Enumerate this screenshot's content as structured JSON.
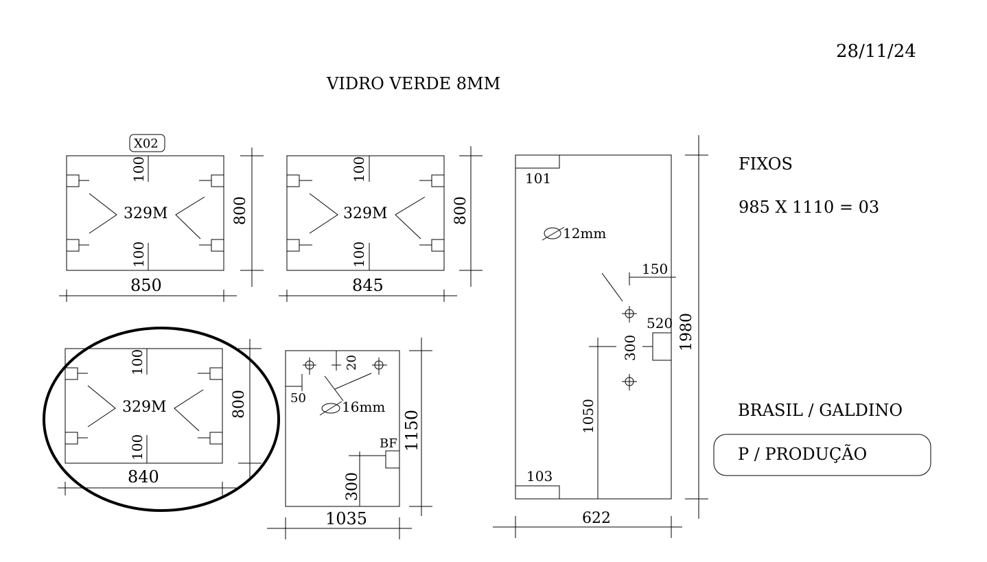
{
  "header": {
    "date": "28/11/24",
    "title": "VIDRO  VERDE 8MM"
  },
  "notes": {
    "fixos_label": "FIXOS",
    "fixos_spec": "985 X 1110 = 03",
    "client": "BRASIL / GALDINO",
    "production_stamp": "P / PRODUÇÃO"
  },
  "panels": {
    "p1": {
      "tag": "X02",
      "center_label": "329M",
      "top_offset": "100",
      "bottom_offset": "100",
      "width": "850",
      "height": "800"
    },
    "p2": {
      "center_label": "329M",
      "top_offset": "100",
      "bottom_offset": "100",
      "width": "845",
      "height": "800"
    },
    "p3": {
      "center_label": "329M",
      "top_offset": "100",
      "bottom_offset": "100",
      "width": "840",
      "height": "800"
    },
    "p4": {
      "offset_x": "50",
      "offset_y": "20",
      "hole_label": "16mm",
      "notch_label": "BF",
      "notch_height": "300",
      "width": "1035",
      "height": "1150"
    },
    "p5": {
      "top_notch": "101",
      "bottom_notch": "103",
      "hole_label": "12mm",
      "dim_150": "150",
      "dim_520": "520",
      "dim_300": "300",
      "dim_1050": "1050",
      "width": "622",
      "height": "1980"
    }
  }
}
